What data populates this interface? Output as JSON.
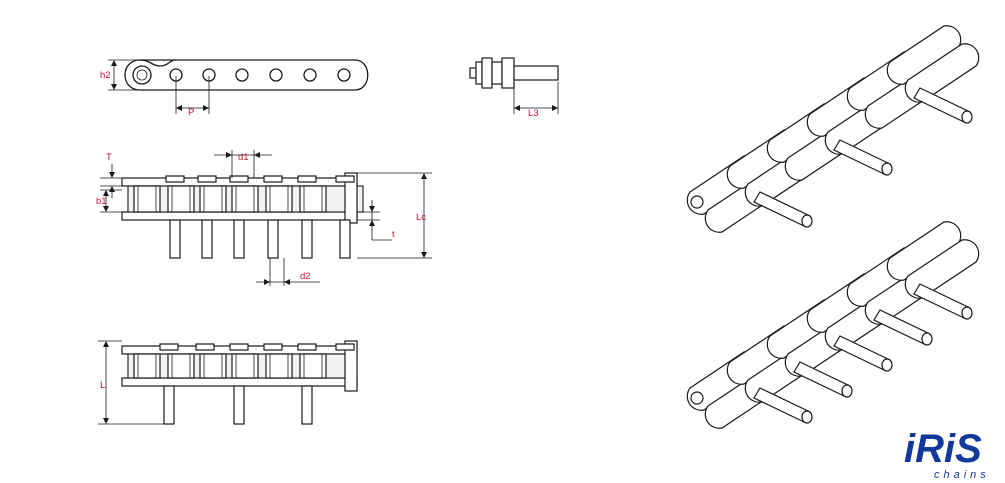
{
  "dimension_labels": {
    "h2": "h2",
    "p": "P",
    "l3": "L3",
    "t_upper": "T",
    "d1": "d1",
    "b1": "b1",
    "lc": "Lc",
    "t_lower": "t",
    "d2": "d2",
    "l": "L"
  },
  "logo": {
    "brand": "iRiS",
    "tagline": "chains"
  },
  "colors": {
    "dimension_text": "#c4122f",
    "logo": "#12389a",
    "line": "#1a1a1a"
  }
}
